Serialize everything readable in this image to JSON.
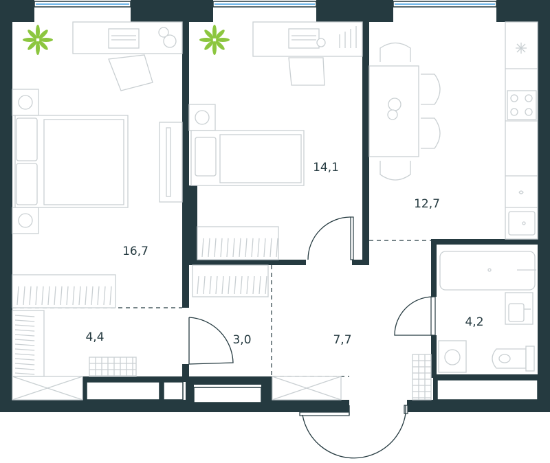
{
  "rooms": {
    "bedroom_large": {
      "area": "16,7"
    },
    "bedroom_small": {
      "area": "14,1"
    },
    "kitchen": {
      "area": "12,7"
    },
    "wardrobe": {
      "area": "4,4"
    },
    "storage": {
      "area": "3,0"
    },
    "hallway": {
      "area": "7,7"
    },
    "bathroom": {
      "area": "4,2"
    }
  },
  "colors": {
    "wall": "#253a40",
    "furniture": "#c9cfd2",
    "window": "#6fb6ea",
    "plant": "#8cc63f"
  }
}
